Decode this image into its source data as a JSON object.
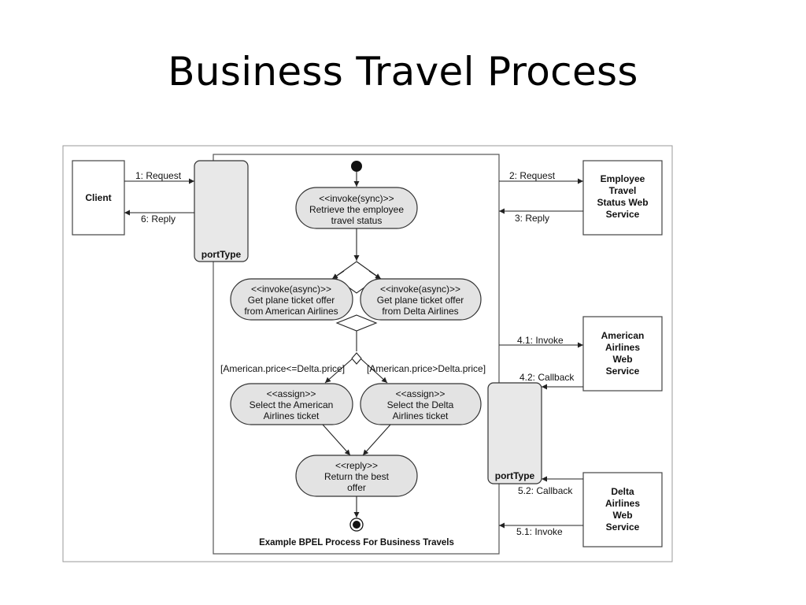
{
  "slide": {
    "title": "Business Travel Process"
  },
  "diagram": {
    "caption": "Example BPEL Process For Business Travels",
    "participants": {
      "client": "Client",
      "employee_service": [
        "Employee",
        "Travel",
        "Status Web",
        "Service"
      ],
      "american_service": [
        "American",
        "Airlines",
        "Web",
        "Service"
      ],
      "delta_service": [
        "Delta",
        "Airlines",
        "Web",
        "Service"
      ]
    },
    "port_types": {
      "left": "portType",
      "right": "portType"
    },
    "activities": {
      "retrieve": [
        "<<invoke(sync)>>",
        "Retrieve the employee",
        "travel status"
      ],
      "american_offer": [
        "<<invoke(async)>>",
        "Get plane ticket offer",
        "from American Airlines"
      ],
      "delta_offer": [
        "<<invoke(async)>>",
        "Get plane ticket offer",
        "from Delta Airlines"
      ],
      "assign_american": [
        "<<assign>>",
        "Select the American",
        "Airlines ticket"
      ],
      "assign_delta": [
        "<<assign>>",
        "Select the Delta",
        "Airlines ticket"
      ],
      "reply": [
        "<<reply>>",
        "Return the best",
        "offer"
      ]
    },
    "guards": {
      "american": "[American.price<=Delta.price]",
      "delta": "[American.price>Delta.price]"
    },
    "messages": {
      "m1": "1: Request",
      "m6": "6: Reply",
      "m2": "2: Request",
      "m3": "3: Reply",
      "m41": "4.1: Invoke",
      "m42": "4.2: Callback",
      "m52": "5.2: Callback",
      "m51": "5.1: Invoke"
    }
  }
}
